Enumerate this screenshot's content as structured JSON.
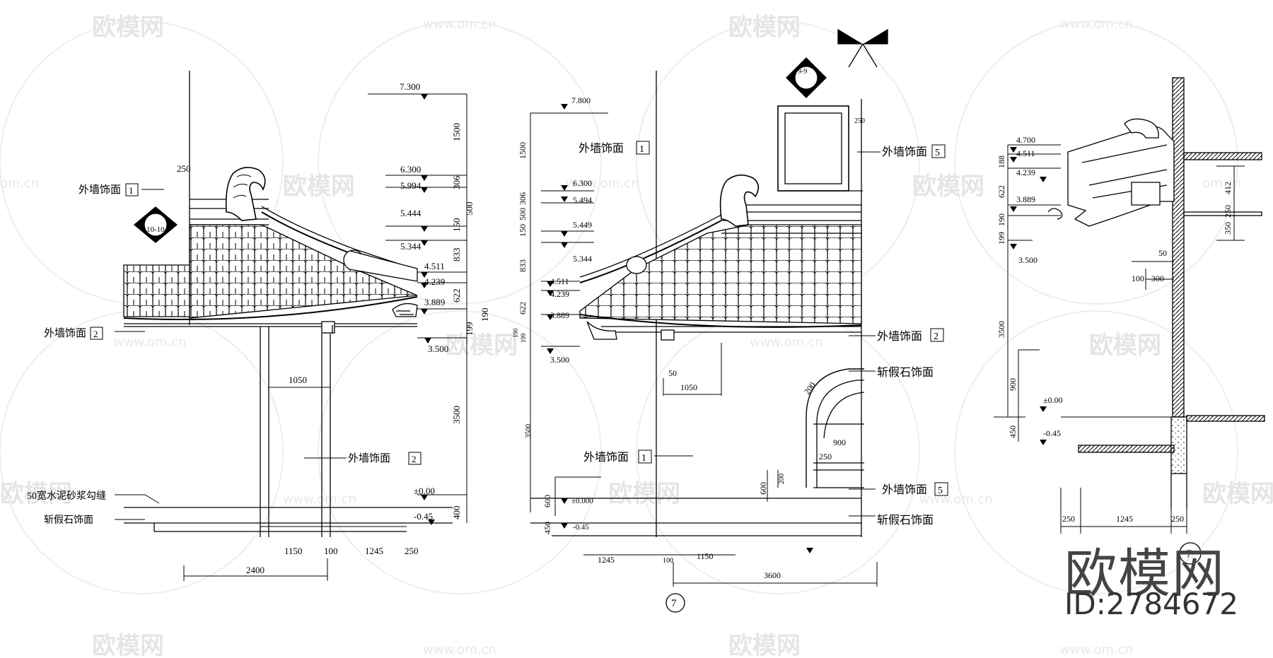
{
  "watermark": {
    "brand": "欧模网",
    "url": "www.om.cn",
    "url_short": "om.cn"
  },
  "brand": {
    "name": "欧模网",
    "id": "ID:2784672"
  },
  "left_elevation": {
    "levels": [
      "7.300",
      "6.300",
      "5.994",
      "5.444",
      "5.344",
      "4.511",
      "4.239",
      "3.889",
      "3.500",
      "±0.00",
      "-0.45"
    ],
    "dims_vertical": [
      "1500",
      "306",
      "500",
      "150",
      "833",
      "622",
      "199",
      "190",
      "3500",
      "400"
    ],
    "dims_horizontal": [
      "1050",
      "1150",
      "100",
      "1245",
      "250",
      "2400"
    ],
    "misc": [
      "250"
    ],
    "section_mark": "10-10",
    "labels": {
      "wall1": "外墙饰面",
      "wall1_num": "1",
      "wall2": "外墙饰面",
      "wall2_num": "2",
      "wall2b": "外墙饰面",
      "wall2b_num": "2",
      "joint": "50宽水泥砂浆勾缝",
      "stone": "斩假石饰面"
    }
  },
  "middle_elevation": {
    "levels": [
      "7.800",
      "6.300",
      "5.494",
      "5.449",
      "5.344",
      "4.511",
      "4.239",
      "3.889",
      "3.500",
      "±0.000",
      "-0.45"
    ],
    "dims_vertical": [
      "1500",
      "306",
      "150",
      "500",
      "833",
      "622",
      "199",
      "190",
      "3500",
      "600",
      "450",
      "600",
      "200",
      "250"
    ],
    "dims_horizontal": [
      "50",
      "1050",
      "900",
      "250",
      "1245",
      "100",
      "1150",
      "3600"
    ],
    "window_dims": [
      "250",
      "200"
    ],
    "section_mark": "9-9",
    "drawing_number": "7",
    "labels": {
      "wall1": "外墙饰面",
      "wall1_num": "1",
      "wall5": "外墙饰面",
      "wall5_num": "5",
      "wall2": "外墙饰面",
      "wall2_num": "2",
      "stone1": "斩假石饰面",
      "wall1b": "外墙饰面",
      "wall1b_num": "1",
      "wall5b": "外墙饰面",
      "wall5b_num": "5",
      "stone2": "斩假石饰面"
    }
  },
  "right_section": {
    "levels": [
      "4.700",
      "4.511",
      "4.239",
      "3.889",
      "3.500",
      "±0.00",
      "-0.45"
    ],
    "dims_vertical": [
      "188",
      "622",
      "190",
      "199",
      "3500",
      "900",
      "450",
      "412",
      "250",
      "350"
    ],
    "dims_horizontal": [
      "50",
      "100",
      "300",
      "250",
      "1245",
      "250"
    ],
    "drawing_number": "7"
  }
}
